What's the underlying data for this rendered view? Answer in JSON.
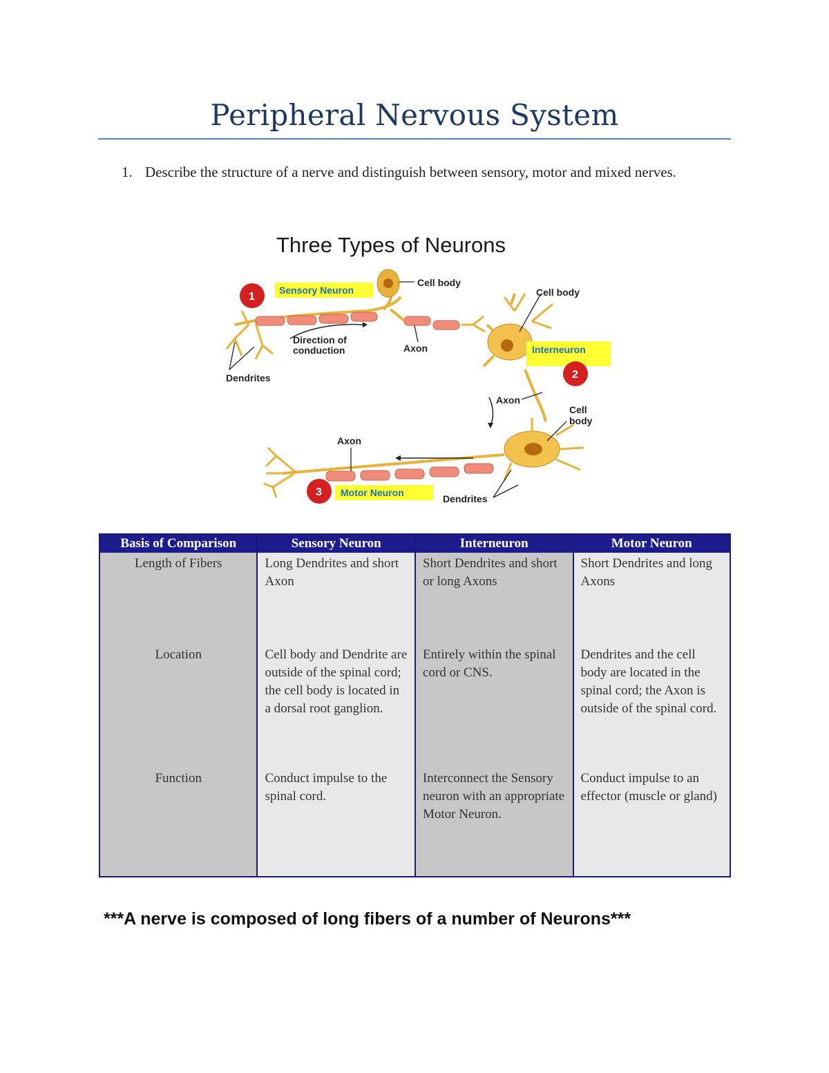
{
  "page": {
    "title": "Peripheral Nervous System",
    "question": {
      "number": "1.",
      "text": "Describe the structure of a nerve and distinguish between sensory, motor and mixed nerves."
    }
  },
  "figure": {
    "title": "Three Types of Neurons",
    "labels": {
      "sensory_neuron": "Sensory Neuron",
      "interneuron": "Interneuron",
      "motor_neuron": "Motor Neuron",
      "cell_body_1": "Cell body",
      "cell_body_2": "Cell body",
      "cell_body_3_line1": "Cell",
      "cell_body_3_line2": "body",
      "direction_line1": "Direction of",
      "direction_line2": "conduction",
      "axon_1": "Axon",
      "axon_2": "Axon",
      "axon_3": "Axon",
      "dendrites_1": "Dendrites",
      "dendrites_2": "Dendrites",
      "num_1": "1",
      "num_2": "2",
      "num_3": "3"
    },
    "colors": {
      "neuron": "#e8b23a",
      "myelin": "#f08c7a",
      "highlight": "#ffff33",
      "badge": "#d42020"
    }
  },
  "table": {
    "headers": [
      "Basis of Comparison",
      "Sensory Neuron",
      "Interneuron",
      "Motor Neuron"
    ],
    "rows": [
      {
        "label": "Length of Fibers",
        "sensory": "Long Dendrites and short Axon",
        "inter": "Short Dendrites and short or long Axons",
        "motor": "Short Dendrites and long Axons"
      },
      {
        "label": "Location",
        "sensory": "Cell body and Dendrite are outside of the spinal cord; the cell body is located in a dorsal root ganglion.",
        "inter": "Entirely within the spinal cord or CNS.",
        "motor": "Dendrites and the cell body are located in the spinal cord; the Axon is outside of the spinal cord."
      },
      {
        "label": "Function",
        "sensory": "Conduct impulse to the spinal cord.",
        "inter": "Interconnect the Sensory neuron with an appropriate Motor Neuron.",
        "motor": "Conduct impulse to an effector (muscle or gland)"
      }
    ]
  },
  "footer": {
    "note": "***A nerve is composed of long fibers of a number of Neurons***"
  }
}
